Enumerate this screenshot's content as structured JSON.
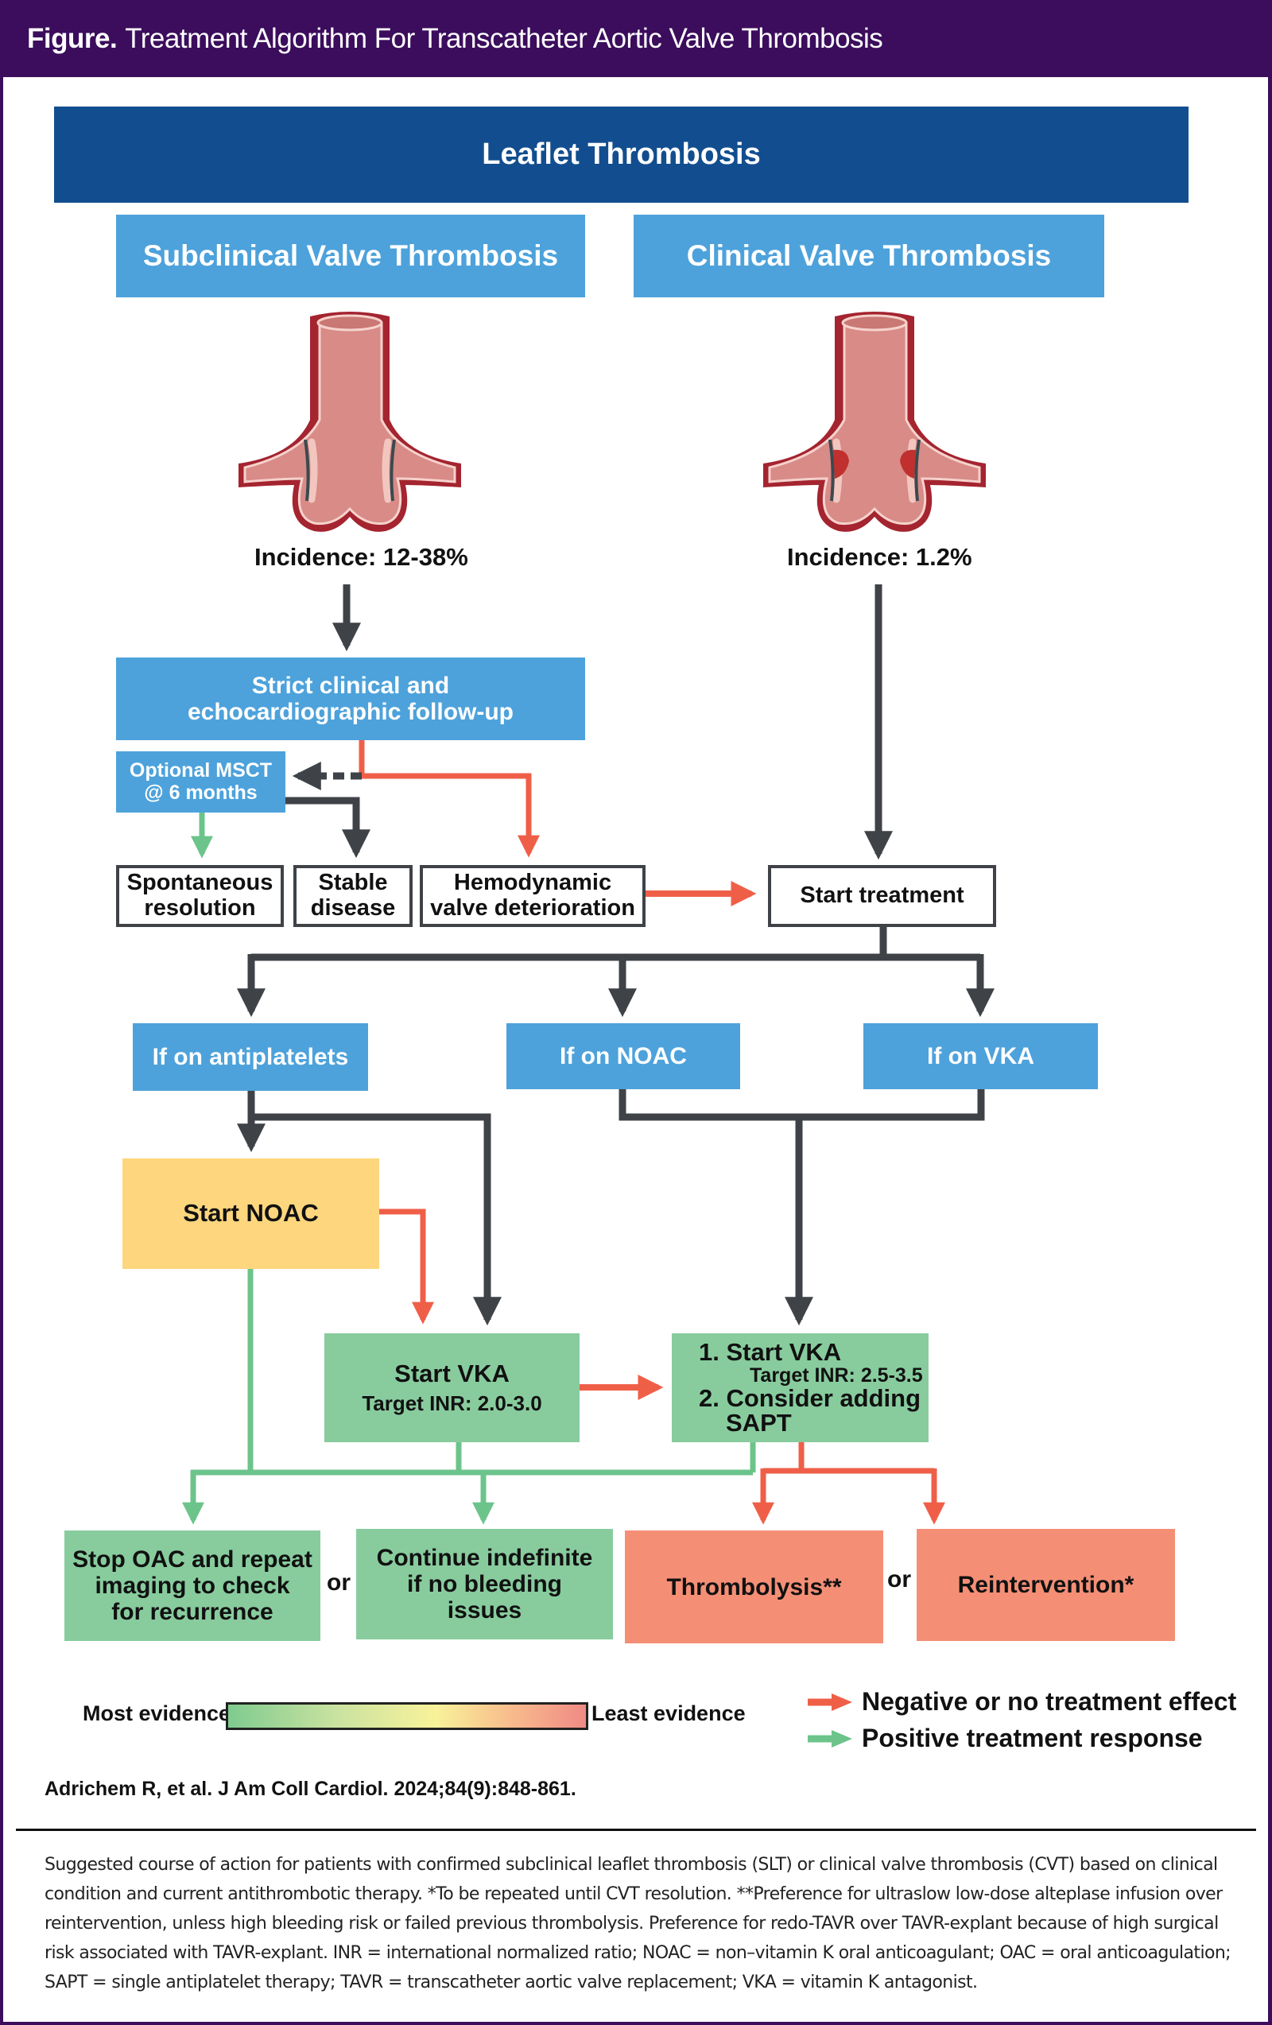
{
  "header": {
    "label": "Figure.",
    "title": "Treatment Algorithm For Transcatheter Aortic Valve Thrombosis"
  },
  "colors": {
    "header_purple": "#3b0d5c",
    "navy": "#124e8f",
    "blue": "#4da2db",
    "yellow": "#fdd67e",
    "green": "#88cc9e",
    "salmon": "#f48f76",
    "arrow_dark": "#3f4348",
    "arrow_red": "#ef5f48",
    "arrow_green": "#6cc48b",
    "thrombus_red": "#c0302e"
  },
  "diagram": {
    "top": "Leaflet Thrombosis",
    "subclinical": {
      "title": "Subclinical Valve Thrombosis",
      "illustration": "aortic-valve-no-thrombus-illustration",
      "incidence": "Incidence: 12-38%"
    },
    "clinical": {
      "title": "Clinical Valve Thrombosis",
      "illustration": "aortic-valve-with-thrombus-illustration",
      "incidence": "Incidence: 1.2%"
    },
    "followup": "Strict clinical and echocardiographic follow-up",
    "msct": [
      "Optional MSCT",
      "@ 6 months"
    ],
    "outcomes": {
      "spontaneous": [
        "Spontaneous",
        "resolution"
      ],
      "stable": [
        "Stable",
        "disease"
      ],
      "hemodynamic": [
        "Hemodynamic",
        "valve deterioration"
      ]
    },
    "start_treatment": "Start treatment",
    "branches": {
      "antiplatelets": "If on antiplatelets",
      "noac": "If on NOAC",
      "vka": "If on VKA"
    },
    "start_noac": "Start NOAC",
    "start_vka": {
      "title": "Start VKA",
      "target": "Target INR: 2.0-3.0"
    },
    "escalation": {
      "item1": "1. Start VKA",
      "item1_target": "Target INR: 2.5-3.5",
      "item2": "2. Consider adding",
      "item2_cont": "SAPT"
    },
    "endpoints": {
      "stop_oac": [
        "Stop OAC and repeat",
        "imaging to check",
        "for recurrence"
      ],
      "continue": [
        "Continue indefinite",
        "if no bleeding",
        "issues"
      ],
      "thrombolysis": "Thrombolysis**",
      "reintervention": "Reintervention*",
      "or": "or"
    }
  },
  "legend": {
    "evidence_most": "Most evidence",
    "evidence_least": "Least evidence",
    "negative": "Negative or no treatment effect",
    "positive": "Positive treatment response"
  },
  "citation": "Adrichem R, et al. J Am Coll Cardiol. 2024;84(9):848-861.",
  "caption": "Suggested course of action for patients with confirmed subclinical leaflet thrombosis (SLT) or clinical valve thrombosis (CVT) based on clinical condition and current antithrombotic therapy. *To be repeated until CVT resolution. **Preference for ultraslow low-dose alteplase infusion over reintervention, unless high bleeding risk or failed previous thrombolysis. Preference for redo-TAVR over TAVR-explant because of high surgical risk associated with TAVR-explant. INR = international normalized ratio; NOAC = non–vitamin K oral anticoagulant; OAC = oral anticoagulation; SAPT = single antiplatelet therapy; TAVR = transcatheter aortic valve replacement; VKA = vitamin K antagonist."
}
